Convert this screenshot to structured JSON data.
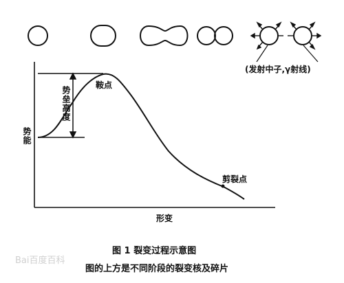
{
  "diagram": {
    "axis_y_label": "势能",
    "axis_x_label": "形变",
    "barrier_label": "势垒高度",
    "saddle_label": "鞍点",
    "scission_label": "剪裂点",
    "emission_label": "(发射中子,γ射线)",
    "caption_line1": "图 1    裂变过程示意图",
    "caption_line2": "图的上方是不同阶段的裂变核及碎片",
    "watermark": "Bai百度百科"
  }
}
